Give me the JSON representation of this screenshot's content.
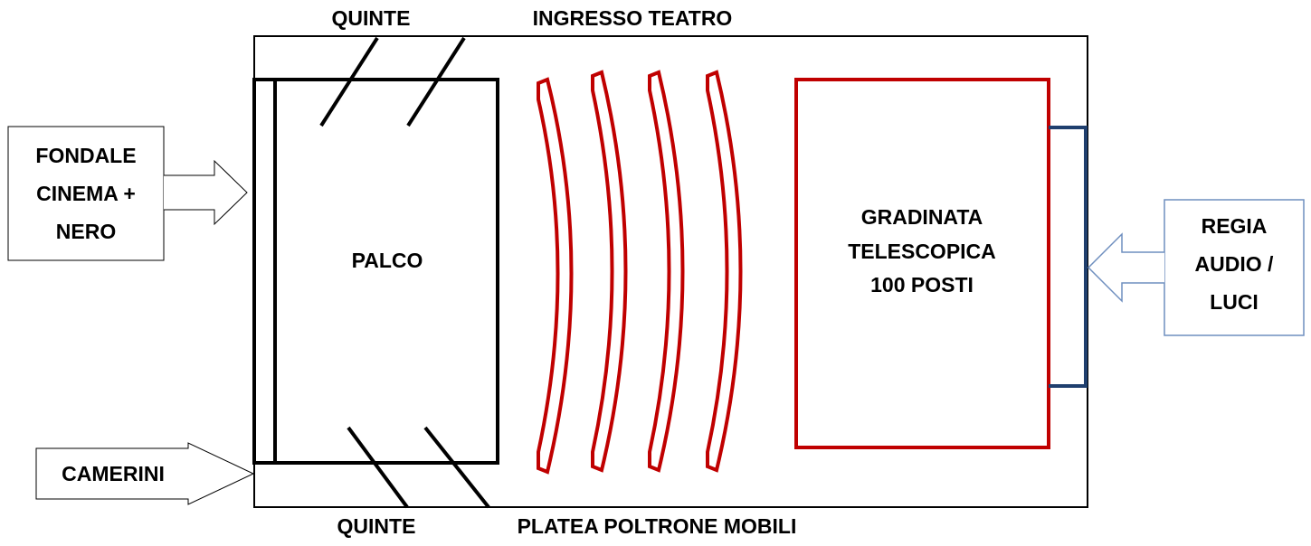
{
  "labels": {
    "quinte_top": "QUINTE",
    "ingresso": "INGRESSO TEATRO",
    "quinte_bottom": "QUINTE",
    "platea": "PLATEA POLTRONE MOBILI",
    "palco": "PALCO",
    "gradinata": [
      "GRADINATA",
      "TELESCOPICA",
      "100 POSTI"
    ],
    "fondale": [
      "FONDALE",
      "CINEMA +",
      "NERO"
    ],
    "regia": [
      "REGIA",
      "AUDIO /",
      "LUCI"
    ],
    "camerini": "CAMERINI"
  },
  "colors": {
    "outline": "#000000",
    "seating": "#c00000",
    "control_panel": "#1f3f6e",
    "callout_border": "#6f8fbf"
  }
}
